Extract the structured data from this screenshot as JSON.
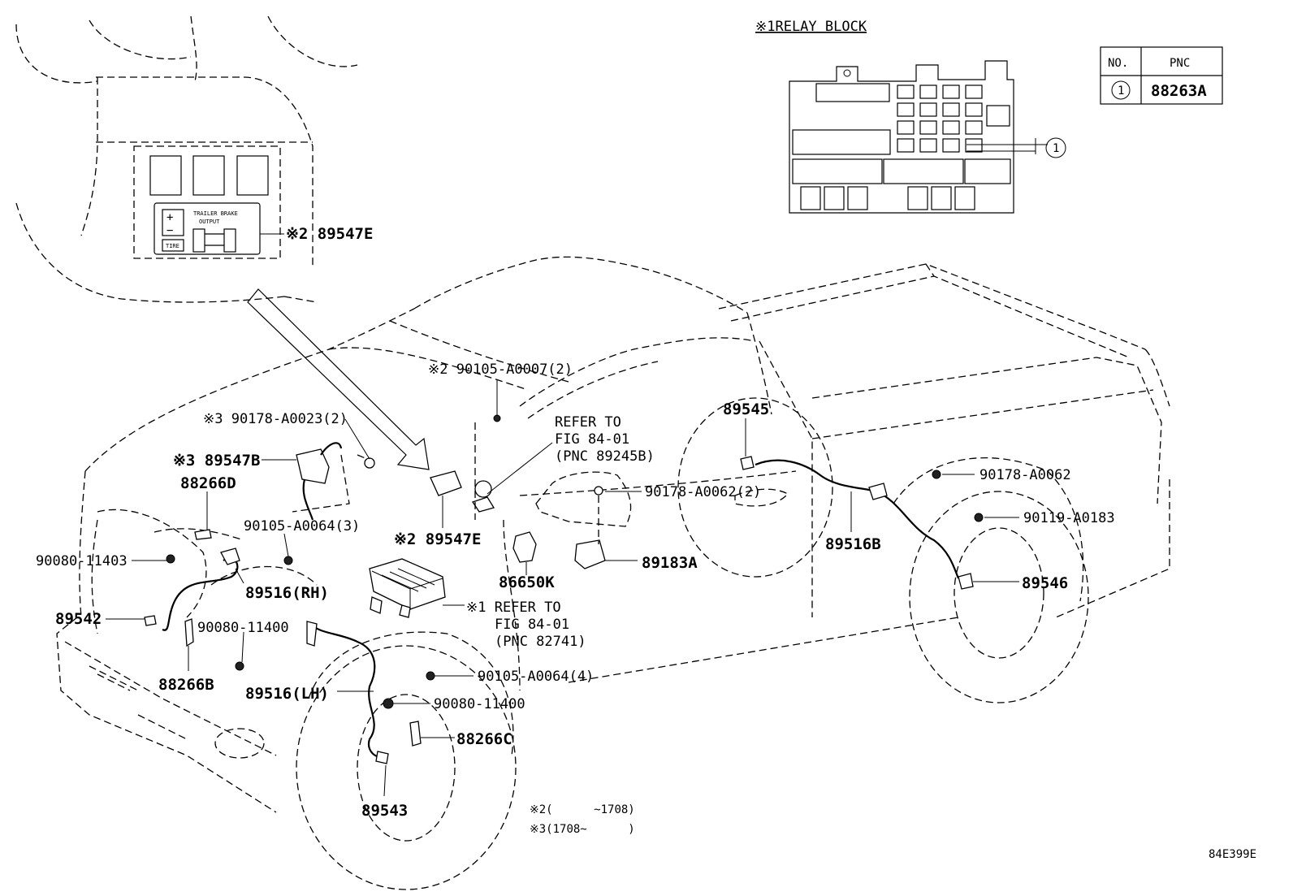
{
  "relay_block": {
    "title": "※1RELAY BLOCK",
    "callout_no": "1"
  },
  "pnc_table": {
    "headers": [
      "NO.",
      "PNC"
    ],
    "rows": [
      {
        "no": "1",
        "pnc": "88263A"
      }
    ]
  },
  "switch_panel": {
    "label": "TRAILER BRAKE",
    "sublabel": "OUTPUT",
    "tire_label": "TIRE",
    "plus": "+",
    "minus": "−"
  },
  "labels": {
    "p89547E_top": "※2 89547E",
    "p90105_A0007": "※2 90105-A0007(2)",
    "p90178_A0023": "※3 90178-A0023(2)",
    "p89547B": "※3 89547B",
    "p88266D": "88266D",
    "p90105_A0064_3": "90105-A0064(3)",
    "p90080_11403": "90080-11403",
    "p89547E_mid": "※2 89547E",
    "p89516RH": "89516(RH)",
    "p89542": "89542",
    "p90080_11400a": "90080-11400",
    "p88266B": "88266B",
    "p89516LH": "89516(LH)",
    "p90105_A0064_4": "90105-A0064(4)",
    "p90080_11400b": "90080-11400",
    "p88266C": "88266C",
    "p89543": "89543",
    "refer1_line1": "REFER TO",
    "refer1_line2": "FIG 84-01",
    "refer1_line3": "(PNC 89245B)",
    "p90178_A0062_2": "90178-A0062(2)",
    "p86650K": "86650K",
    "p89183A": "89183A",
    "refer2_line1": "※1 REFER TO",
    "refer2_line2": "FIG 84-01",
    "refer2_line3": "(PNC 82741)",
    "p89545": "89545",
    "p90178_A0062": "90178-A0062",
    "p90119_A0183": "90119-A0183",
    "p89516B": "89516B",
    "p89546": "89546"
  },
  "footnotes": {
    "note2": "※2(      ~1708)",
    "note3": "※3(1708~      )"
  },
  "figure_code": "84E399E"
}
